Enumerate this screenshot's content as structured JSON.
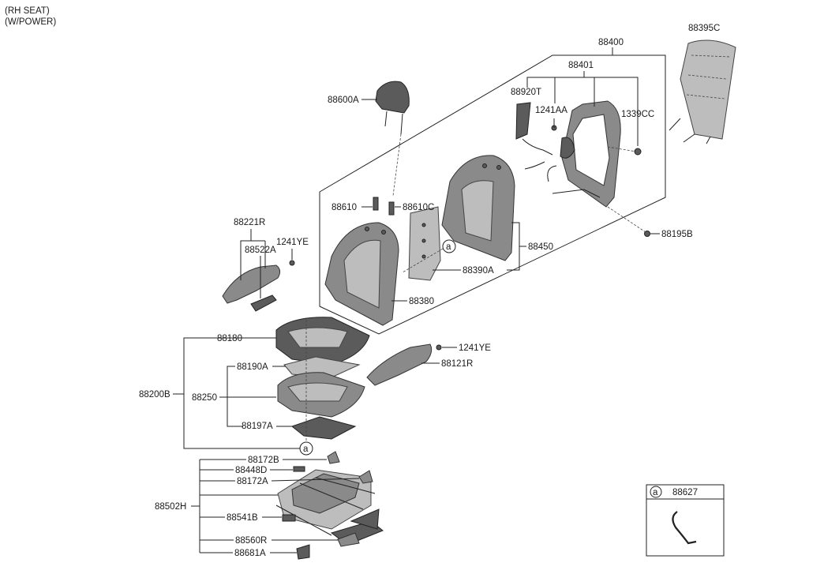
{
  "header": {
    "line1": "(RH SEAT)",
    "line2": "(W/POWER)"
  },
  "callout_letter": "a",
  "labels": {
    "p88400": "88400",
    "p88395C": "88395C",
    "p88401": "88401",
    "p88920T": "88920T",
    "p1241AA": "1241AA",
    "p1339CC": "1339CC",
    "p88600A": "88600A",
    "p88610": "88610",
    "p88610C": "88610C",
    "p88195B": "88195B",
    "p88450": "88450",
    "p88390A": "88390A",
    "p88380": "88380",
    "p88221R": "88221R",
    "p1241YE_a": "1241YE",
    "p88522A": "88522A",
    "p88180": "88180",
    "p1241YE_b": "1241YE",
    "p88121R": "88121R",
    "p88190A": "88190A",
    "p88200B": "88200B",
    "p88250": "88250",
    "p88197A": "88197A",
    "p88172B": "88172B",
    "p88448D": "88448D",
    "p88172A": "88172A",
    "p88502H": "88502H",
    "p88541B": "88541B",
    "p88560R": "88560R",
    "p88681A": "88681A"
  },
  "legend_box": {
    "letter": "a",
    "part": "88627"
  }
}
